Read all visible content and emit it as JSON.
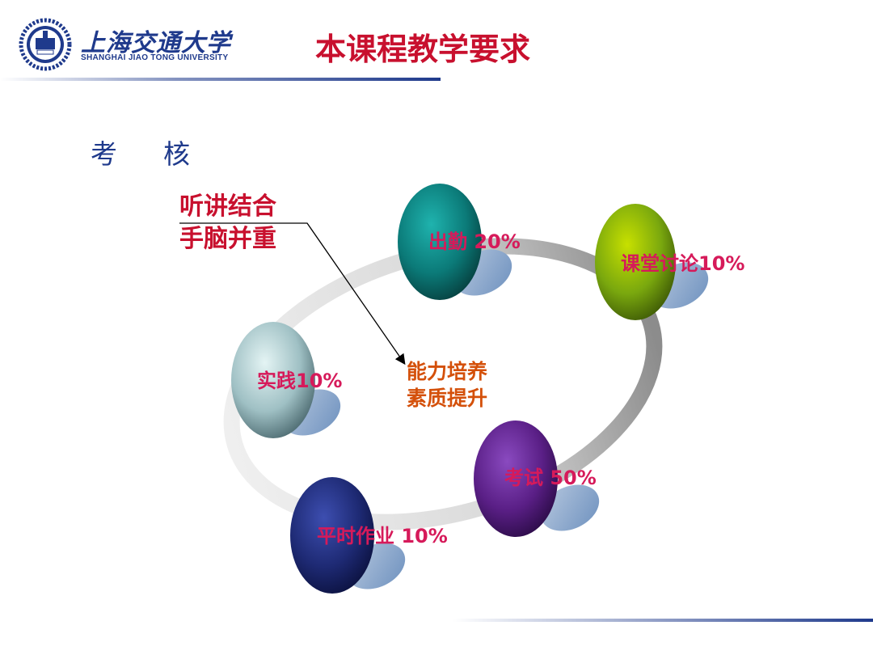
{
  "header": {
    "logo_icon": "sjtu-seal-icon",
    "university_cn": "上海交通大学",
    "university_en": "SHANGHAI JIAO TONG UNIVERSITY",
    "title": "本课程教学要求"
  },
  "section_title": "考　核",
  "note_lines": [
    "听讲结合",
    "手脑并重"
  ],
  "center_lines": [
    "能力培养",
    "素质提升"
  ],
  "components": [
    {
      "label": "出勤 20%",
      "percent": 20,
      "color": "#0b7a78"
    },
    {
      "label": "课堂讨论10%",
      "percent": 10,
      "color": "#7aa80e"
    },
    {
      "label": "考试 50%",
      "percent": 50,
      "color": "#5a1f86"
    },
    {
      "label": "平时作业 10%",
      "percent": 10,
      "color": "#1e2a74"
    },
    {
      "label": "实践10%",
      "percent": 10,
      "color": "#9fc0c4"
    }
  ],
  "colors": {
    "accent_red": "#c8102e",
    "brand_blue": "#1f3a8c",
    "label_pink": "#d61a5a",
    "center_orange": "#d4500a"
  }
}
